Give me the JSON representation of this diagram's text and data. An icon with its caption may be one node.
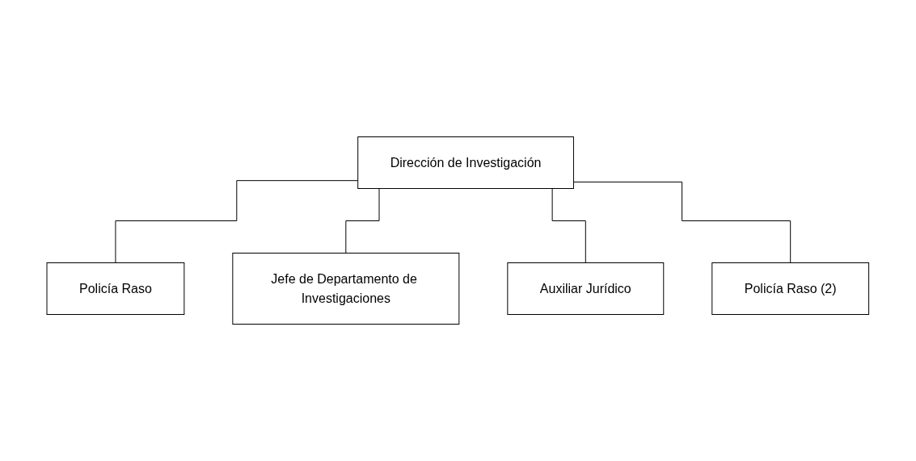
{
  "diagram": {
    "nodes": [
      {
        "text": [
          "Dirección de Investigación"
        ]
      },
      {
        "text": [
          "Policía Raso"
        ]
      },
      {
        "text": [
          "Jefe de Departamento de Investigaciones"
        ]
      },
      {
        "text": [
          "Auxiliar Jurídico"
        ]
      },
      {
        "text": [
          "Policía Raso (2)"
        ]
      }
    ],
    "edges": [
      {
        "from": 0,
        "to": 1,
        "arrow": "none"
      },
      {
        "from": 0,
        "to": 2,
        "arrow": "none"
      },
      {
        "from": 0,
        "to": 3,
        "arrow": "none"
      },
      {
        "from": 0,
        "to": 4,
        "arrow": "none"
      }
    ]
  }
}
